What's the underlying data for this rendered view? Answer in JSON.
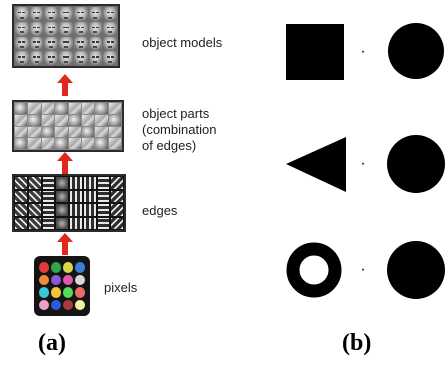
{
  "panel_a": {
    "stages": [
      {
        "label": "object models"
      },
      {
        "label": "object parts\n(combination\nof edges)"
      },
      {
        "label": "edges"
      },
      {
        "label": "pixels"
      }
    ],
    "pixel_colors": [
      "#e23a3a",
      "#2ea84a",
      "#d8d84a",
      "#3a7fd8",
      "#f08a3a",
      "#8a5ad8",
      "#e05aa8",
      "#d8d8d8",
      "#3ac8d8",
      "#f2c83a",
      "#5ad85a",
      "#ea6a6a",
      "#f0a0c8",
      "#2e5ad8",
      "#aa3a3a",
      "#f2f2a0"
    ],
    "arrow_color": "#e0281e",
    "label": "(a)"
  },
  "panel_b": {
    "rows": [
      {
        "left_shape": "square",
        "operator": "·",
        "right_shape": "circle"
      },
      {
        "left_shape": "triangle",
        "operator": "·",
        "right_shape": "circle"
      },
      {
        "left_shape": "ring",
        "operator": "·",
        "right_shape": "circle"
      }
    ],
    "label": "(b)"
  }
}
